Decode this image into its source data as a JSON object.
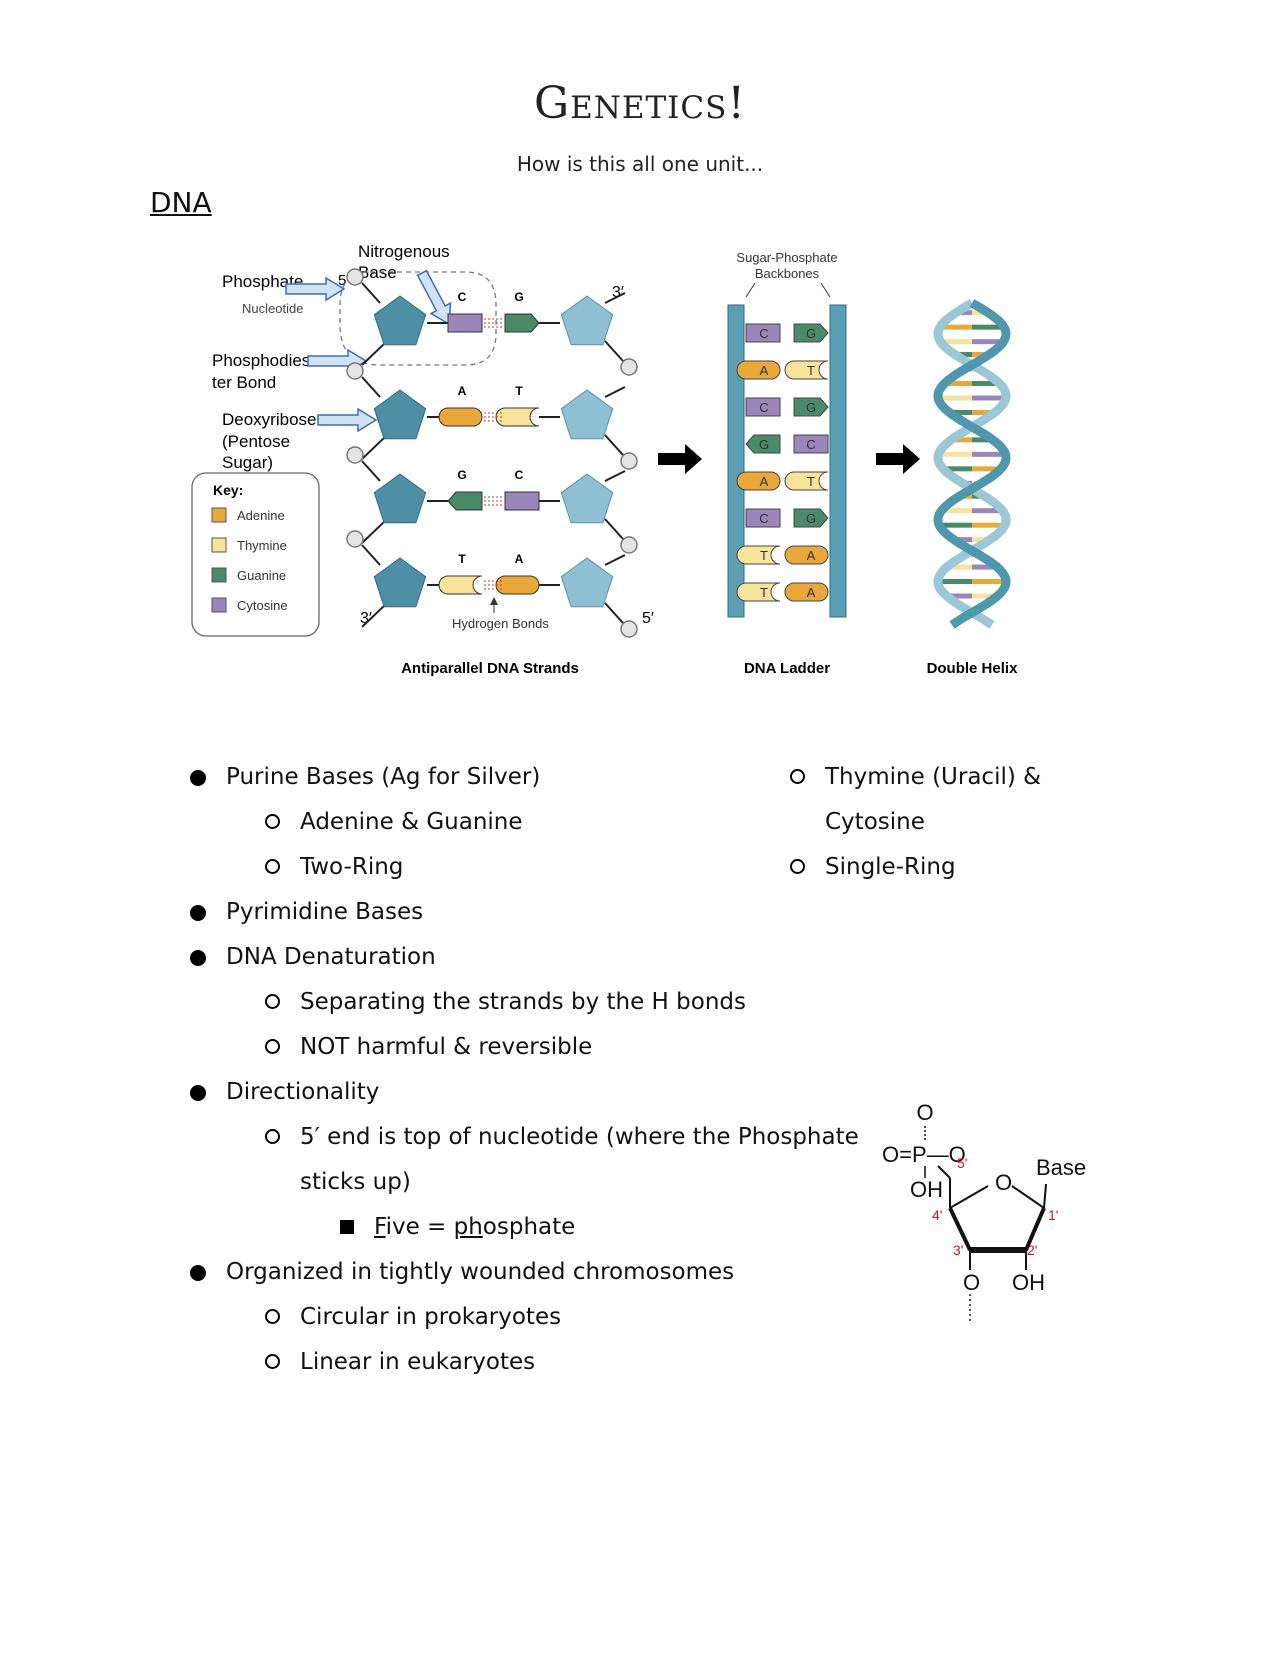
{
  "title": "Genetics!",
  "subtitle": "How is this all one unit...",
  "section_heading": "DNA",
  "figure": {
    "labels": {
      "phosphate": "Phosphate",
      "nucleotide": "Nucleotide",
      "phosphodiester_1": "Phosphodies",
      "phosphodiester_2": "ter Bond",
      "deoxyribose_1": "Deoxyribose",
      "deoxyribose_2": "(Pentose",
      "deoxyribose_3": "Sugar)",
      "nitrogenous_1": "Nitrogenous",
      "nitrogenous_2": "Base",
      "five_prime_top": "5'",
      "three_prime_top": "3′",
      "three_prime_bottom": "3′",
      "five_prime_bottom": "5′",
      "hydrogen_bonds": "Hydrogen Bonds",
      "backbones_1": "Sugar-Phosphate",
      "backbones_2": "Backbones"
    },
    "key": {
      "title": "Key:",
      "items": [
        {
          "label": "Adenine",
          "color": "#e8a93a"
        },
        {
          "label": "Thymine",
          "color": "#f7e39a"
        },
        {
          "label": "Guanine",
          "color": "#4a8a6a"
        },
        {
          "label": "Cytosine",
          "color": "#9a86b8"
        }
      ]
    },
    "strand_pairs": [
      {
        "left": "C",
        "right": "G"
      },
      {
        "left": "A",
        "right": "T"
      },
      {
        "left": "G",
        "right": "C"
      },
      {
        "left": "T",
        "right": "A"
      }
    ],
    "ladder_pairs": [
      {
        "left": "C",
        "right": "G"
      },
      {
        "left": "A",
        "right": "T"
      },
      {
        "left": "C",
        "right": "G"
      },
      {
        "left": "G",
        "right": "C"
      },
      {
        "left": "A",
        "right": "T"
      },
      {
        "left": "C",
        "right": "G"
      },
      {
        "left": "T",
        "right": "A"
      },
      {
        "left": "T",
        "right": "A"
      }
    ],
    "captions": {
      "strands": "Antiparallel DNA Strands",
      "ladder": "DNA Ladder",
      "helix": "Double Helix"
    }
  },
  "notes": {
    "purine": "Purine Bases (Ag for Silver)",
    "purine_sub1": "Adenine & Guanine",
    "purine_sub2": "Two-Ring",
    "pyr_sub1_line1": "Thymine (Uracil) &",
    "pyr_sub1_line2": "Cytosine",
    "pyr_sub2": "Single-Ring",
    "pyrimidine": "Pyrimidine Bases",
    "denaturation": "DNA Denaturation",
    "den_sub1": "Separating the strands by the H bonds",
    "den_sub2": "NOT harmful & reversible",
    "directionality": "Directionality",
    "dir_sub1_line1": "5′ end is top of nucleotide (where the Phosphate",
    "dir_sub1_line2": "sticks up)",
    "five_eq_a": "F",
    "five_eq_b": "ive = ",
    "five_eq_c": "ph",
    "five_eq_d": "osphate",
    "organized": "Organized in tightly wounded chromosomes",
    "org_sub1": "Circular in prokaryotes",
    "org_sub2": "Linear in eukaryotes"
  },
  "ribose": {
    "o_top": "O",
    "p_row": "O=P—O",
    "oh": "OH",
    "ring_o": "O",
    "base": "Base",
    "c5": "5'",
    "c4": "4'",
    "c3": "3'",
    "c2": "2'",
    "c1": "1'",
    "o3": "O",
    "oh2": "OH"
  },
  "colors": {
    "adenine": "#e8a93a",
    "thymine": "#f7e39a",
    "guanine": "#4a8a6a",
    "cytosine": "#9a86b8",
    "sugar_dark": "#4f8fa6",
    "sugar_light": "#8fbfd3",
    "backbone": "#5a9fb5",
    "arrow_fill": "#cfe3f5",
    "arrow_stroke": "#3d6fa8",
    "ribose_red": "#d11"
  }
}
